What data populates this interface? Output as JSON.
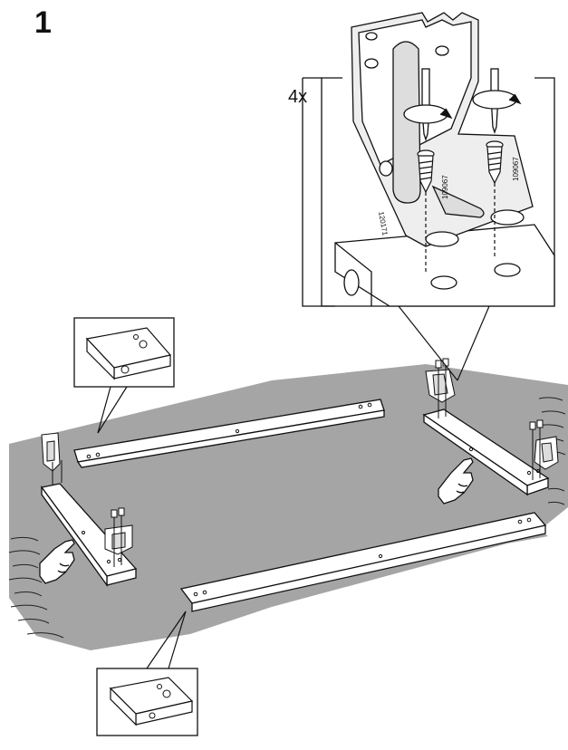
{
  "step": {
    "number": "1"
  },
  "detail": {
    "quantity": "4x",
    "part_codes": {
      "screw_left": "109067",
      "screw_right": "109067",
      "bracket": "120171"
    }
  },
  "colors": {
    "carpet": "#a5a5a5",
    "bar": "#ffffff",
    "outline": "#111111",
    "plate": "#eeeeee"
  },
  "icons": {
    "hand_left": "pointing-hand-icon",
    "hand_right": "pointing-hand-icon",
    "screwdriver": "screwdriver-icon"
  }
}
